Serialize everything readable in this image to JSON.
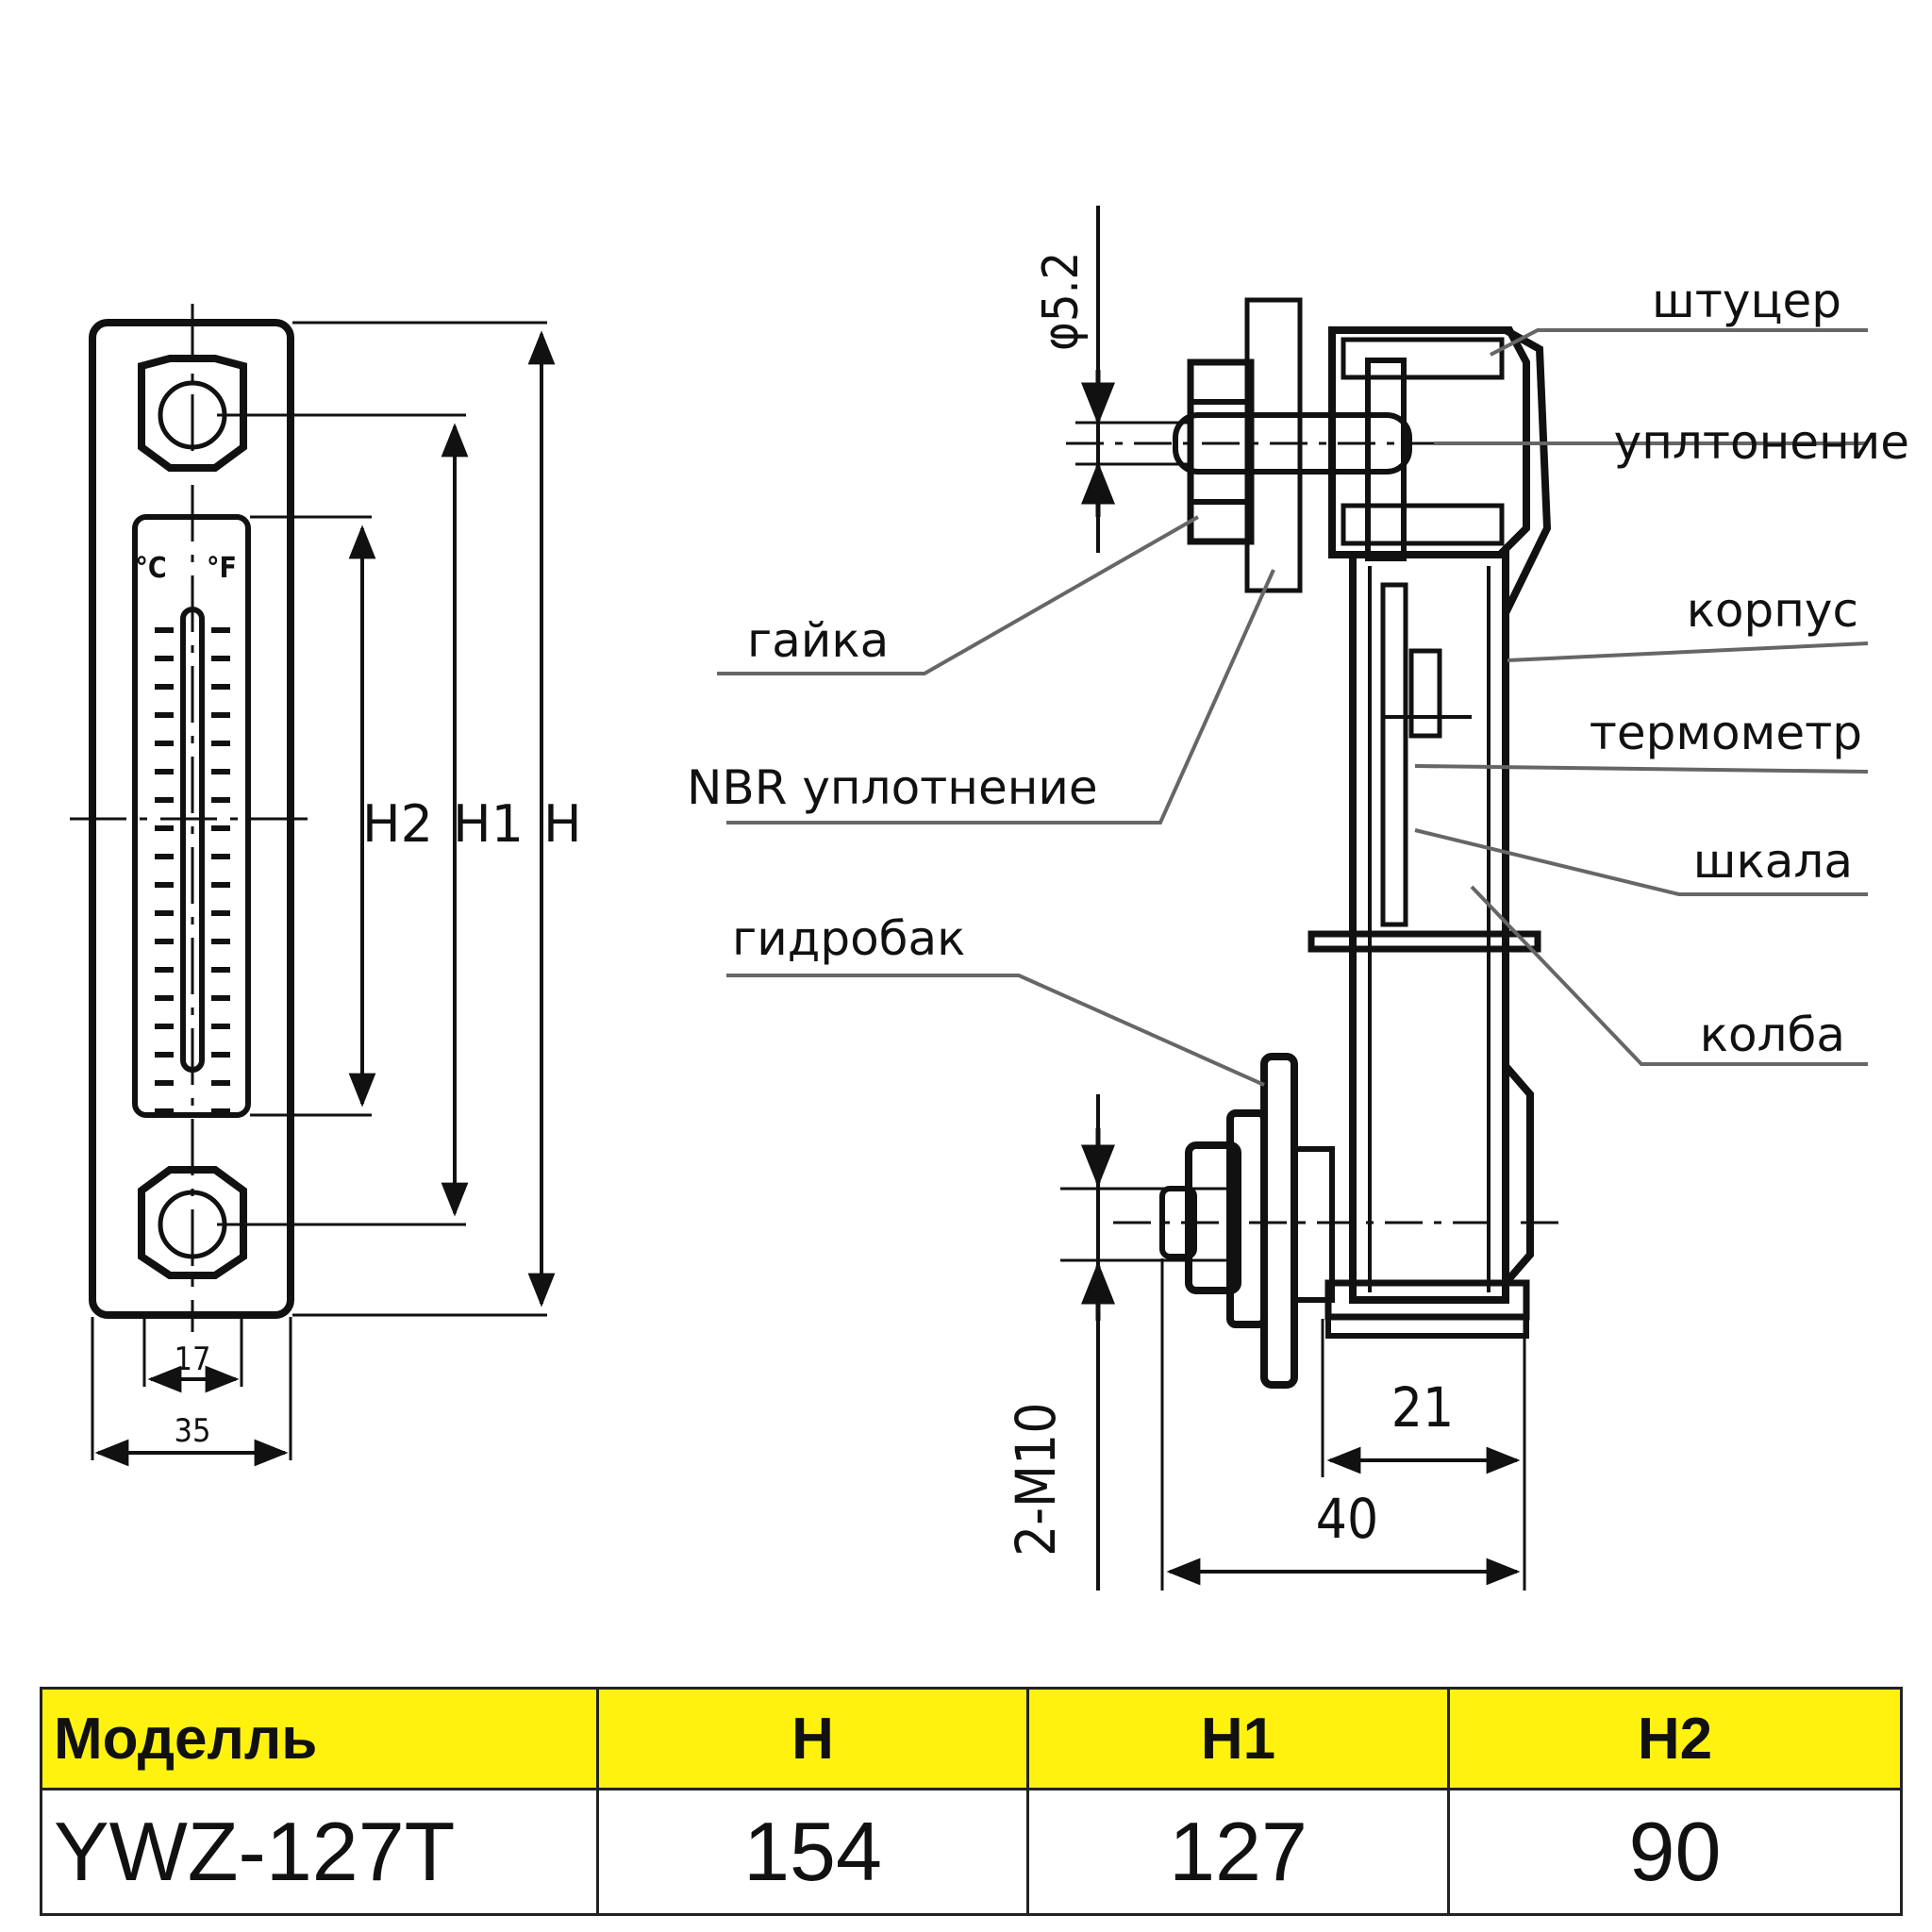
{
  "front_view": {
    "scale_units": [
      "°C",
      "°F"
    ],
    "height_labels": [
      "H2",
      "H1",
      "H"
    ],
    "width_dims": [
      "17",
      "35"
    ]
  },
  "side_view": {
    "callouts_right": [
      "штуцер",
      "уплтонение",
      "корпус",
      "термометр",
      "шкала",
      "колба"
    ],
    "callouts_left": [
      "гайка",
      "NBR уплотнение",
      "гидробак"
    ],
    "dims": {
      "hole": "φ5.2",
      "thread": "2-M10",
      "d21": "21",
      "d40": "40"
    }
  },
  "table": {
    "headers": [
      "Моделль",
      "H",
      "H1",
      "H2"
    ],
    "rows": [
      [
        "YWZ-127T",
        "154",
        "127",
        "90"
      ]
    ]
  }
}
